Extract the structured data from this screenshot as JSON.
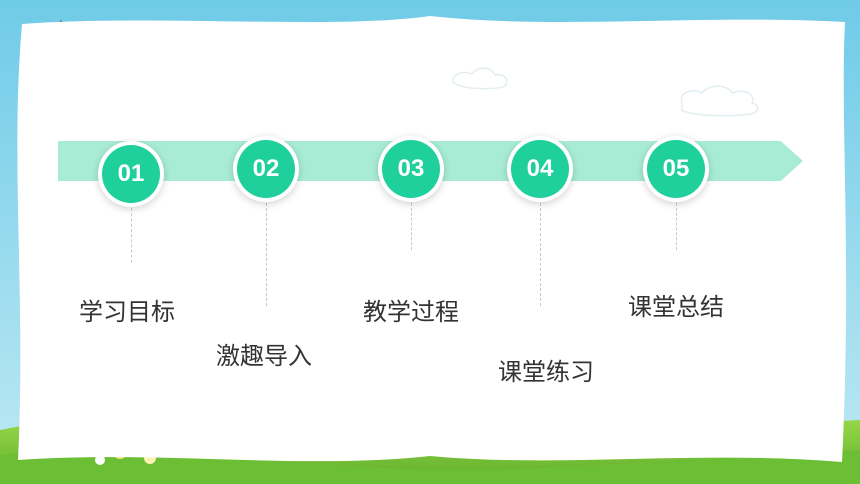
{
  "slide": {
    "steps": [
      {
        "number": "01",
        "label": "学习目标"
      },
      {
        "number": "02",
        "label": "激趣导入"
      },
      {
        "number": "03",
        "label": "教学过程"
      },
      {
        "number": "04",
        "label": "课堂练习"
      },
      {
        "number": "05",
        "label": "课堂总结"
      }
    ]
  },
  "colors": {
    "accent": "#1fd09c",
    "band": "#a8ecd6",
    "sky": "#8fd6ec",
    "grass": "#7bc83c",
    "card": "#ffffff"
  }
}
